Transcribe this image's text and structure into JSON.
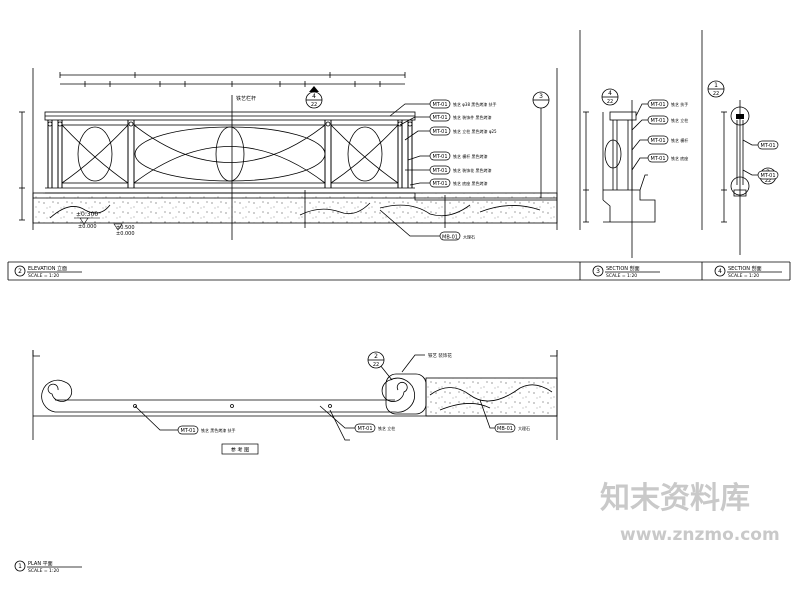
{
  "sheet": {
    "views": [
      {
        "number": "2",
        "title": "ELEVATION 立面",
        "scale": "SCALE = 1:20"
      },
      {
        "number": "3",
        "title": "SECTION 剖面",
        "scale": "SCALE = 1:20"
      },
      {
        "number": "4",
        "title": "SECTION 剖面",
        "scale": "SCALE = 1:20"
      },
      {
        "number": "1",
        "title": "PLAN 平面",
        "scale": "SCALE = 1:20"
      }
    ],
    "elevation": {
      "level_top": "±0.300",
      "level_mid": "±0.500",
      "level_base": "±0.000",
      "center_note": "铁艺栏杆",
      "section_marker": {
        "num": "4",
        "ref": "22"
      },
      "section_marker_right": {
        "num": "3",
        "ref": ""
      },
      "tags": [
        {
          "code": "MT-01",
          "text": "铁艺 φ38 黑色烤漆 扶手"
        },
        {
          "code": "MT-01",
          "text": "铁艺 装饰件 黑色烤漆"
        },
        {
          "code": "MT-01",
          "text": "铁艺 立柱 黑色烤漆 φ25"
        },
        {
          "code": "MT-01",
          "text": "铁艺 横杆 黑色烤漆"
        },
        {
          "code": "MT-01",
          "text": "铁艺 装饰花 黑色烤漆"
        },
        {
          "code": "MT-01",
          "text": "铁艺 底座 黑色烤漆"
        }
      ],
      "stone_tag": {
        "code": "MB-01",
        "text": "大理石"
      }
    },
    "section3": {
      "marker": {
        "num": "4",
        "ref": "22"
      },
      "tags": [
        "MT-01",
        "MT-01",
        "MT-01",
        "MT-01"
      ],
      "tag_texts": [
        "铁艺 扶手",
        "铁艺 立柱",
        "铁艺 横杆",
        "铁艺 底座"
      ]
    },
    "section4": {
      "marker_top": {
        "num": "1",
        "ref": "22"
      },
      "marker_bottom": {
        "num": "2",
        "ref": "22"
      },
      "tags": [
        "MT-01",
        "MT-01"
      ],
      "tag_texts": [
        "铁艺 扶手",
        "铁艺 底座"
      ]
    },
    "plan": {
      "marker": {
        "num": "2",
        "ref": "22"
      },
      "tags": [
        {
          "code": "MT-01",
          "text": "铁艺 黑色烤漆 扶手"
        },
        {
          "code": "MT-01",
          "text": "铁艺 立柱"
        },
        {
          "code": "MB-01",
          "text": "大理石"
        }
      ],
      "box_label": "参 考 图",
      "top_note": "铁艺 装饰花"
    },
    "watermark": {
      "brand": "知末资料库",
      "url": "www.znzmo.com"
    }
  }
}
